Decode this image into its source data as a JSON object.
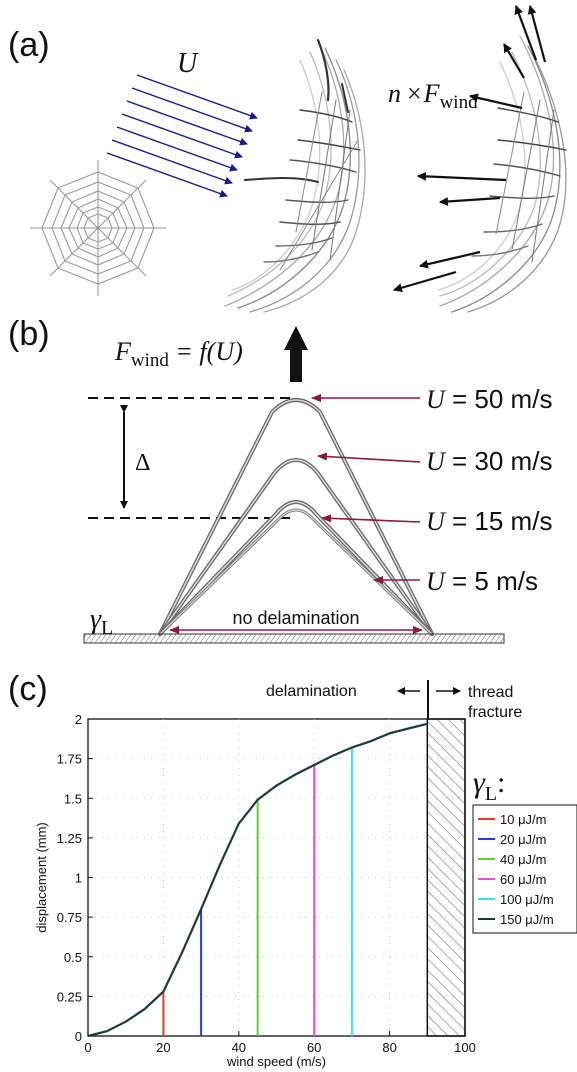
{
  "panels": {
    "a": {
      "label": "(a)",
      "U_symbol": "U",
      "force_label": {
        "n": "n",
        "times": "×",
        "F": "F",
        "sub": "wind"
      }
    },
    "b": {
      "label": "(b)",
      "formula": {
        "F": "F",
        "sub": "wind",
        "rhs": " = f(U)"
      },
      "delta_symbol": "Δ",
      "gamma": {
        "symbol": "γ",
        "sub": "L"
      },
      "no_delamination": "no delamination",
      "speeds": [
        {
          "U": "U",
          "text": " = 50 m/s"
        },
        {
          "U": "U",
          "text": " = 30 m/s"
        },
        {
          "U": "U",
          "text": " = 15 m/s"
        },
        {
          "U": "U",
          "text": " = 5 m/s"
        }
      ]
    },
    "c": {
      "label": "(c)",
      "delamination_label": "delamination",
      "thread_fracture_label": [
        "thread",
        "fracture"
      ],
      "gamma_label": {
        "symbol": "γ",
        "sub": "L",
        "colon": ":"
      }
    }
  },
  "chart_data": {
    "type": "line",
    "xlabel": "wind speed (m/s)",
    "ylabel": "displacement (mm)",
    "xlim": [
      0,
      100
    ],
    "ylim": [
      0,
      2
    ],
    "x_ticks": [
      0,
      20,
      40,
      60,
      80,
      100
    ],
    "y_ticks": [
      "0",
      "0.25",
      "0.5",
      "0.75",
      "1",
      "1.25",
      "1.5",
      "1.75",
      "2"
    ],
    "grid": "dotted",
    "legend_position": "right",
    "fracture_speed": 90,
    "curve": {
      "x": [
        0,
        5,
        10,
        15,
        20,
        25,
        30,
        35,
        40,
        45,
        50,
        55,
        60,
        65,
        70,
        75,
        80,
        85,
        90
      ],
      "y": [
        0,
        0.03,
        0.09,
        0.17,
        0.28,
        0.53,
        0.8,
        1.08,
        1.34,
        1.49,
        1.58,
        1.65,
        1.71,
        1.77,
        1.82,
        1.86,
        1.91,
        1.94,
        1.97
      ]
    },
    "series": [
      {
        "name": "10 μJ/m",
        "color": "#d2452a",
        "delamination_speed": 20
      },
      {
        "name": "20 μJ/m",
        "color": "#1f3fcf",
        "delamination_speed": 30
      },
      {
        "name": "40 μJ/m",
        "color": "#5fd22a",
        "delamination_speed": 45
      },
      {
        "name": "60 μJ/m",
        "color": "#de4fe0",
        "delamination_speed": 60
      },
      {
        "name": "100 μJ/m",
        "color": "#3de0ea",
        "delamination_speed": 70
      },
      {
        "name": "150 μJ/m",
        "color": "#1f3a3a",
        "delamination_speed": 90
      }
    ]
  }
}
